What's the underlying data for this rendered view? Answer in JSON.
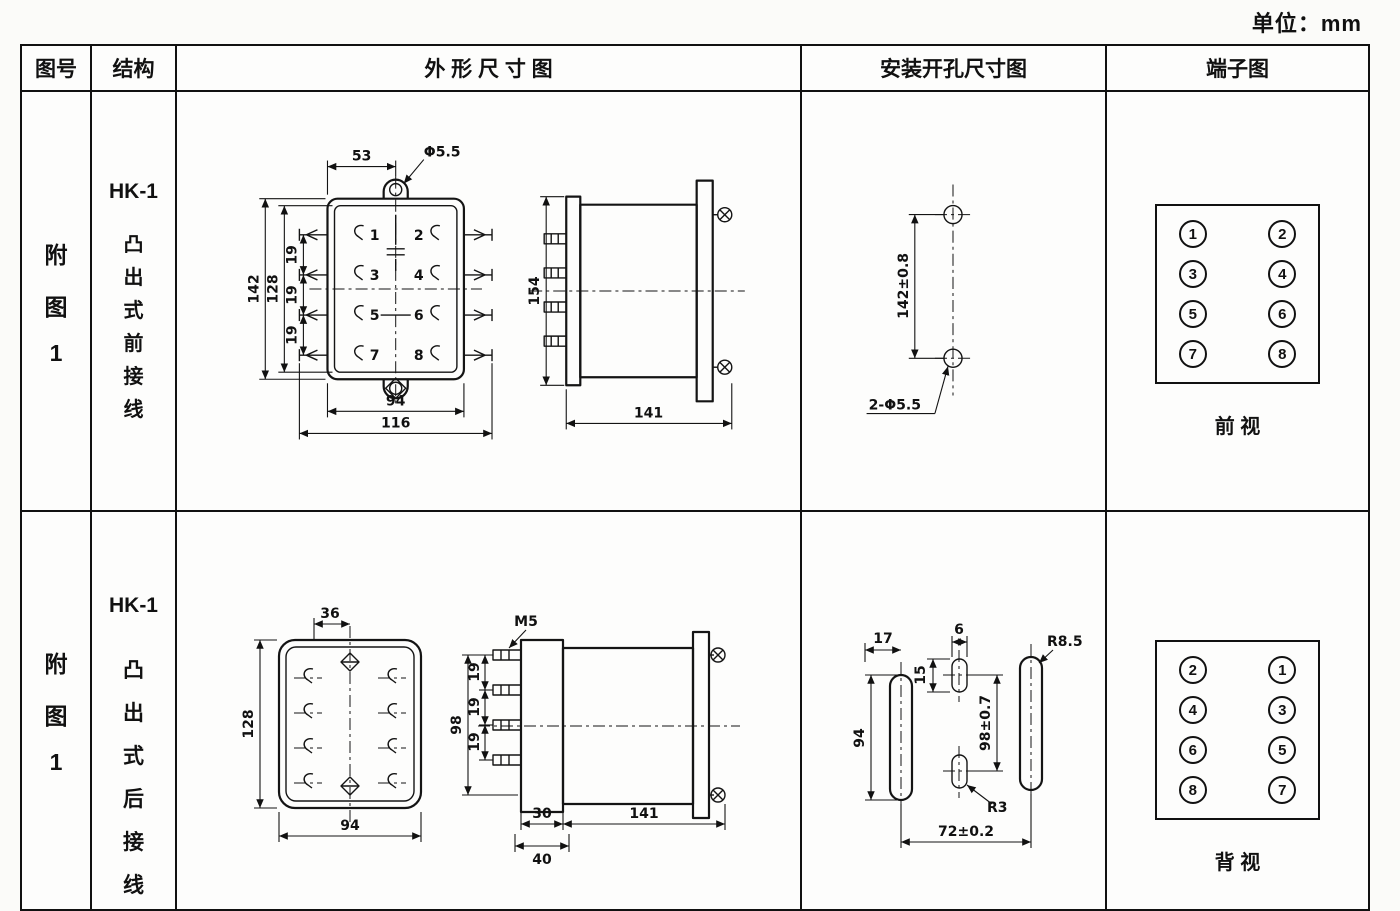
{
  "unit_label": "单位：mm",
  "headers": {
    "fig_no": "图号",
    "structure": "结构",
    "outline": "外 形 尺 寸 图",
    "mounting": "安装开孔尺寸图",
    "terminal": "端子图"
  },
  "rows": [
    {
      "fig_chars": [
        "附",
        "图",
        "1"
      ],
      "model": "HK-1",
      "structure_chars": [
        "凸",
        "出",
        "式",
        "前",
        "接",
        "线"
      ],
      "outline": {
        "front": {
          "dim_top_width": "53",
          "dim_hole": "Φ5.5",
          "dim_height_outer": "142",
          "dim_height_inner": "128",
          "dim_pitch_1": "19",
          "dim_pitch_2": "19",
          "dim_pitch_3": "19",
          "dim_width_inner": "94",
          "dim_width_outer": "116",
          "terminals": [
            "1",
            "2",
            "3",
            "4",
            "5",
            "6",
            "7",
            "8"
          ]
        },
        "side": {
          "dim_height": "154",
          "dim_depth": "141"
        }
      },
      "mounting": {
        "dim_vertical": "142±0.8",
        "dim_holes": "2-Φ5.5"
      },
      "terminal": {
        "pins": [
          [
            "1",
            "2"
          ],
          [
            "3",
            "4"
          ],
          [
            "5",
            "6"
          ],
          [
            "7",
            "8"
          ]
        ],
        "view_label": "前 视"
      }
    },
    {
      "fig_chars": [
        "附",
        "图",
        "1"
      ],
      "model": "HK-1",
      "structure_chars": [
        "凸",
        "出",
        "式",
        "后",
        "接",
        "线"
      ],
      "outline": {
        "front": {
          "dim_top_width": "36",
          "dim_height": "128",
          "dim_width": "94"
        },
        "side": {
          "screw_label": "M5",
          "dim_span": "98",
          "dim_pitch_1": "19",
          "dim_pitch_2": "19",
          "dim_pitch_3": "19",
          "dim_block": "30",
          "dim_block_outer": "40",
          "dim_depth": "141"
        }
      },
      "mounting": {
        "dim_slot_offset": "17",
        "dim_hole_width": "6",
        "dim_hole_height": "15",
        "dim_slot_length": "94",
        "dim_vertical": "98±0.7",
        "dim_radius_slot": "R8.5",
        "dim_radius_hole": "R3",
        "dim_horizontal": "72±0.2"
      },
      "terminal": {
        "pins": [
          [
            "2",
            "1"
          ],
          [
            "4",
            "3"
          ],
          [
            "6",
            "5"
          ],
          [
            "8",
            "7"
          ]
        ],
        "view_label": "背 视"
      }
    }
  ]
}
